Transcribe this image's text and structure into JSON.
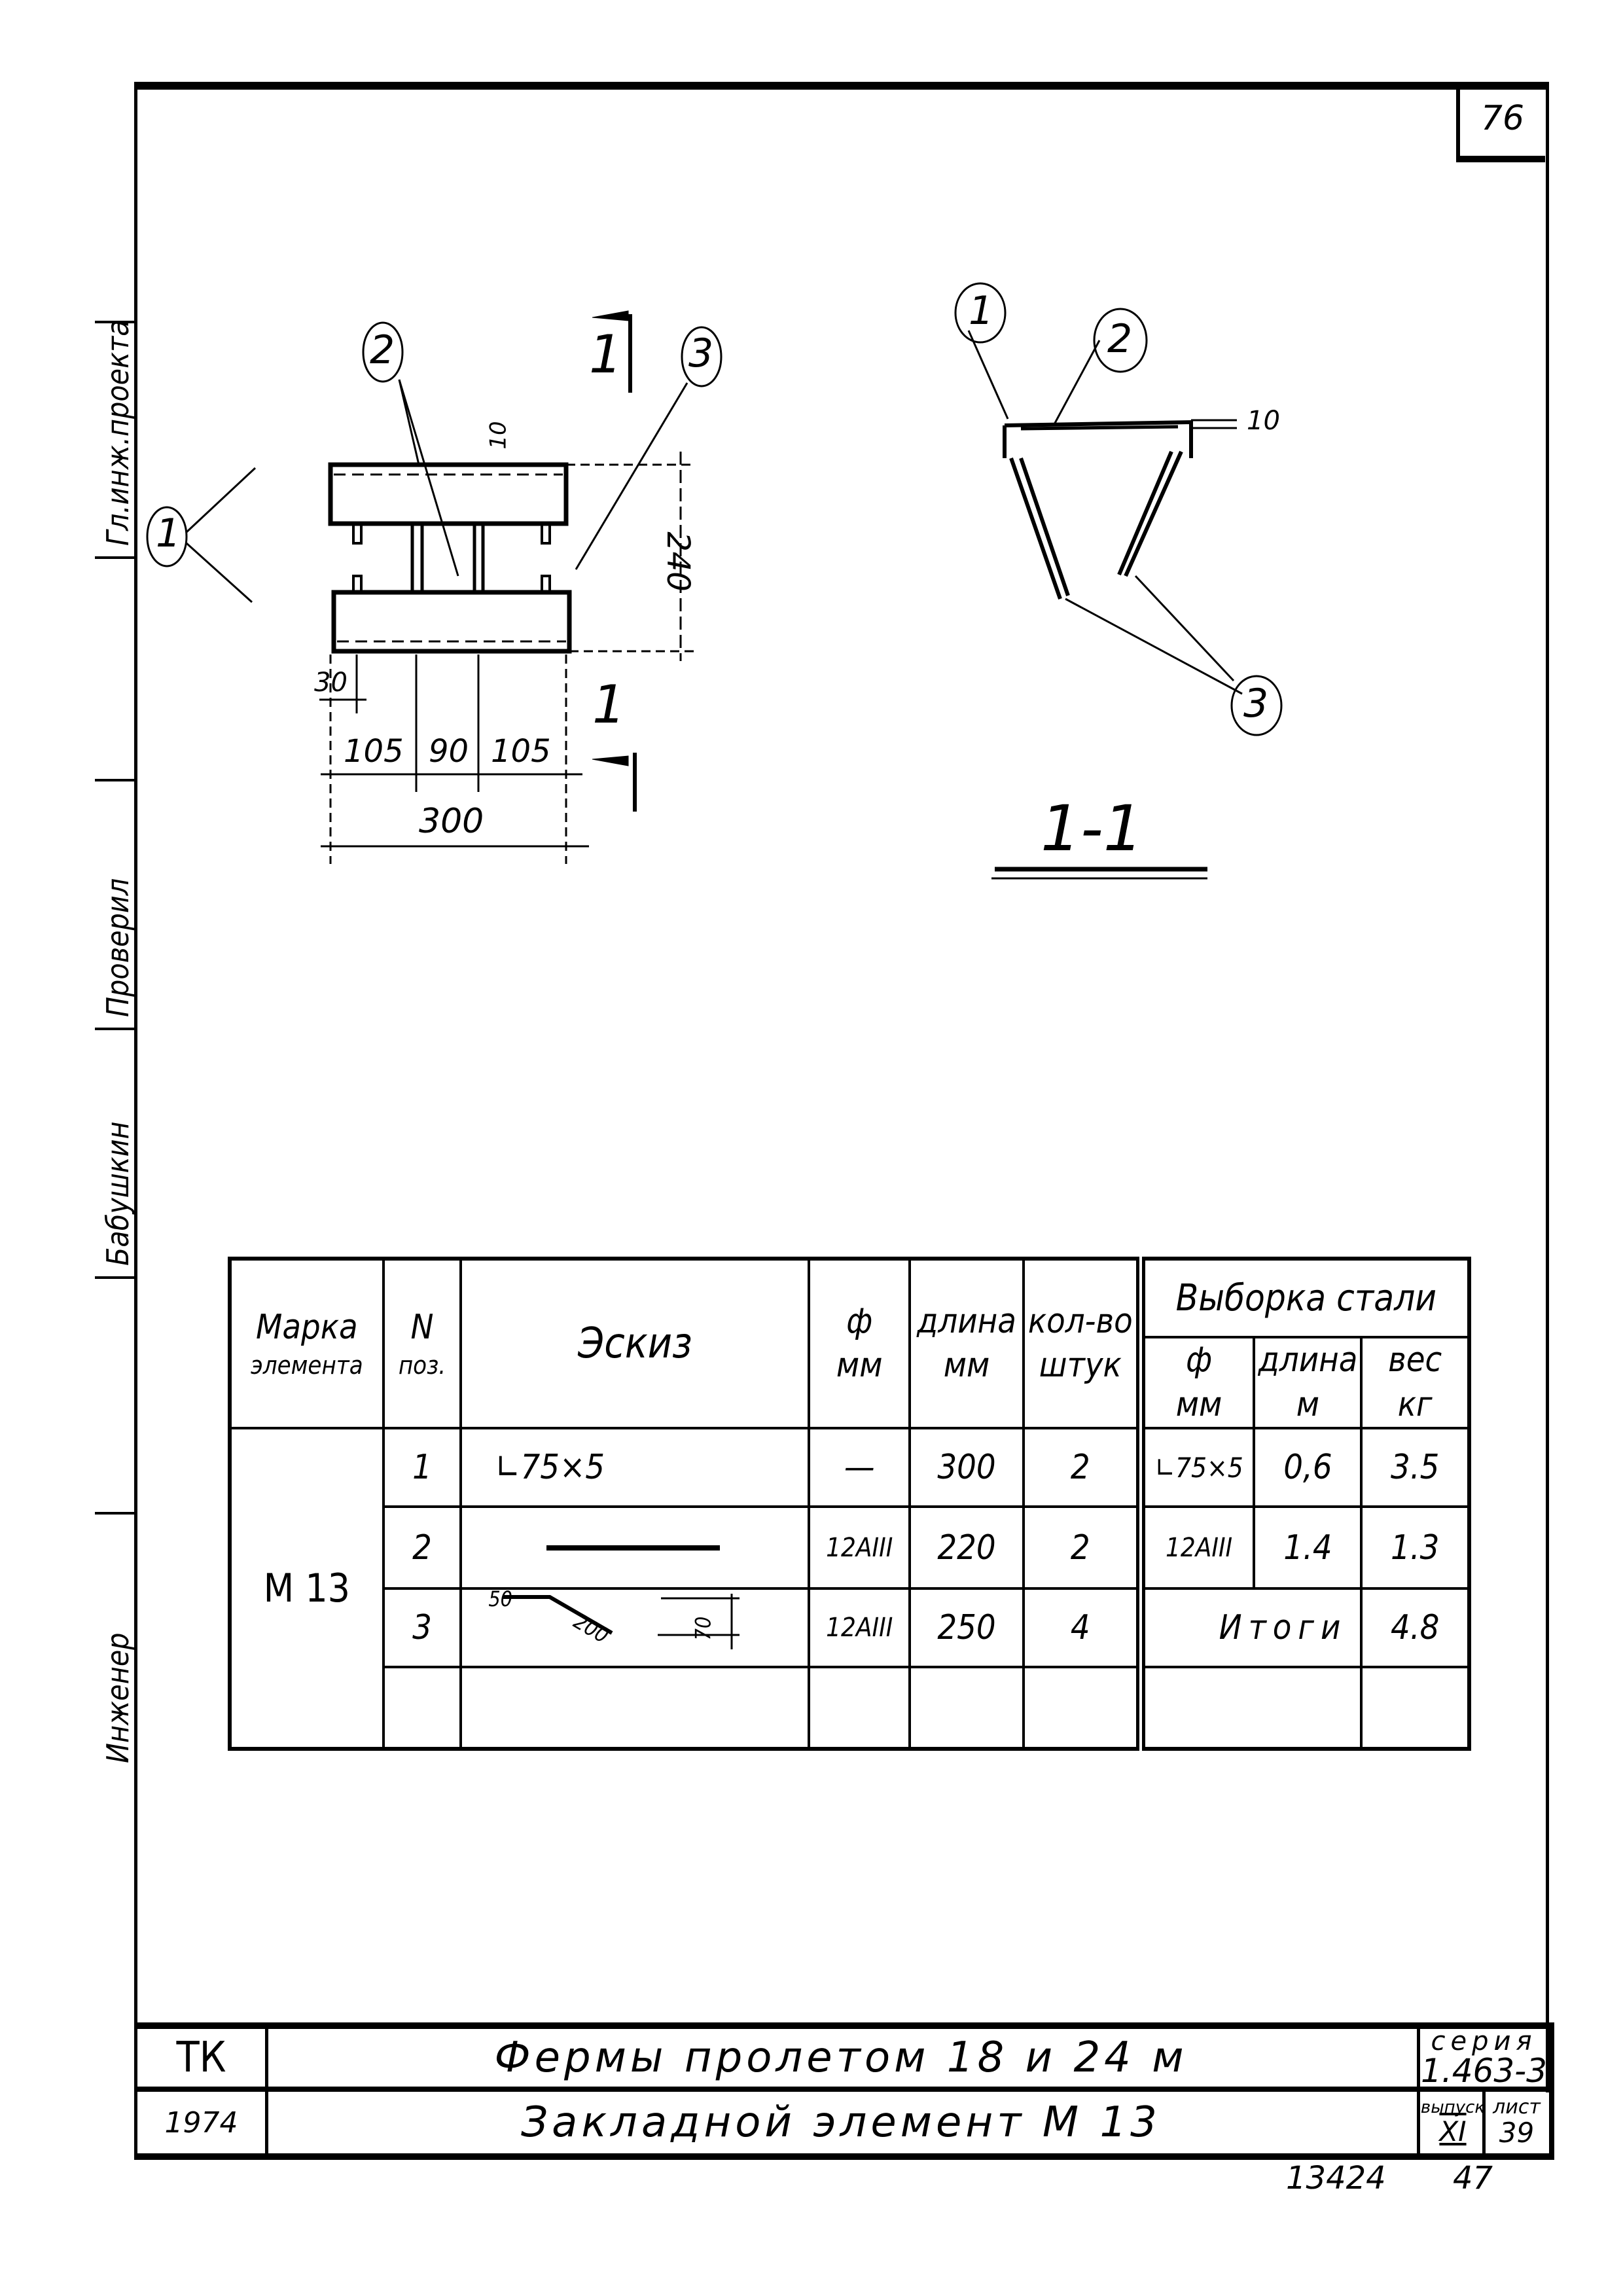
{
  "sheet": {
    "page_number": "76",
    "bottom_note": {
      "archive_no": "13424",
      "page": "47"
    }
  },
  "side_stamp": {
    "cells": [
      "Гл.инж.проекта",
      "",
      "Проверил",
      "Бабушкин",
      "",
      "Инженер",
      ""
    ]
  },
  "plan_view": {
    "callouts": [
      "1",
      "2",
      "3"
    ],
    "section_mark": "1",
    "dimensions": {
      "top_offset": "10",
      "height": "240",
      "edge": "30",
      "spans": [
        "105",
        "90",
        "105"
      ],
      "total": "300"
    }
  },
  "section_view": {
    "callouts": [
      "1",
      "2",
      "3"
    ],
    "dimension": "10",
    "title": "1-1"
  },
  "spec_table": {
    "headers": {
      "mark": [
        "Марка",
        "элемента"
      ],
      "pos": [
        "N",
        "поз."
      ],
      "sketch": "Эскиз",
      "diameter": [
        "ф",
        "мм"
      ],
      "length": [
        "длина",
        "мм"
      ],
      "qty": [
        "кол-во",
        "штук"
      ],
      "steel": "Выборка стали",
      "steel_diameter": [
        "ф",
        "мм"
      ],
      "steel_length": [
        "длина",
        "м"
      ],
      "steel_weight": [
        "вес",
        "кг"
      ]
    },
    "element_mark": "М 13",
    "rows": [
      {
        "pos": "1",
        "sketch": "∟75×5",
        "diameter": "—",
        "length": "300",
        "qty": "2",
        "steel_diameter": "∟75×5",
        "steel_length": "0,6",
        "steel_weight": "3.5"
      },
      {
        "pos": "2",
        "sketch": "",
        "diameter": "12АIII",
        "length": "220",
        "qty": "2",
        "steel_diameter": "12АIII",
        "steel_length": "1.4",
        "steel_weight": "1.3"
      },
      {
        "pos": "3",
        "sketch_dims": {
          "a": "50",
          "b": "200",
          "c": "70"
        },
        "diameter": "12АIII",
        "length": "250",
        "qty": "4",
        "total_label": "Итоги",
        "total_weight": "4.8"
      }
    ]
  },
  "title_block": {
    "org": "ТК",
    "year": "1974",
    "title_1": "Фермы пролетом 18 и 24 м",
    "title_2": "Закладной элемент М 13",
    "series_label": "серия",
    "series": "1.463-3",
    "issue_label": "выпуск",
    "issue": "XI",
    "sheet_label": "лист",
    "sheet": "39"
  }
}
